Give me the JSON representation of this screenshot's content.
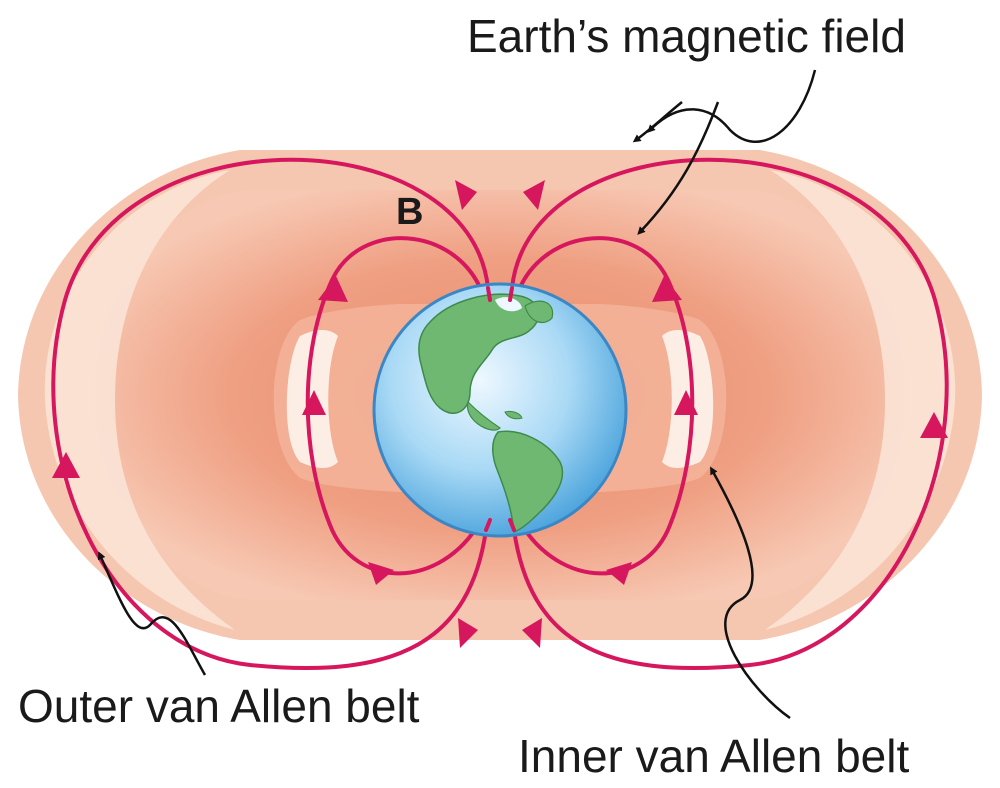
{
  "labels": {
    "magnetic_field": "Earth’s magnetic field",
    "field_symbol": "B",
    "outer_belt": "Outer van Allen belt",
    "inner_belt": "Inner van Allen belt"
  },
  "colors": {
    "field_line": "#d6175e",
    "belt_dark": "#ec9b7d",
    "belt_light": "#fbe3d6",
    "ocean": "#9fd3f2",
    "land": "#6fb872"
  }
}
